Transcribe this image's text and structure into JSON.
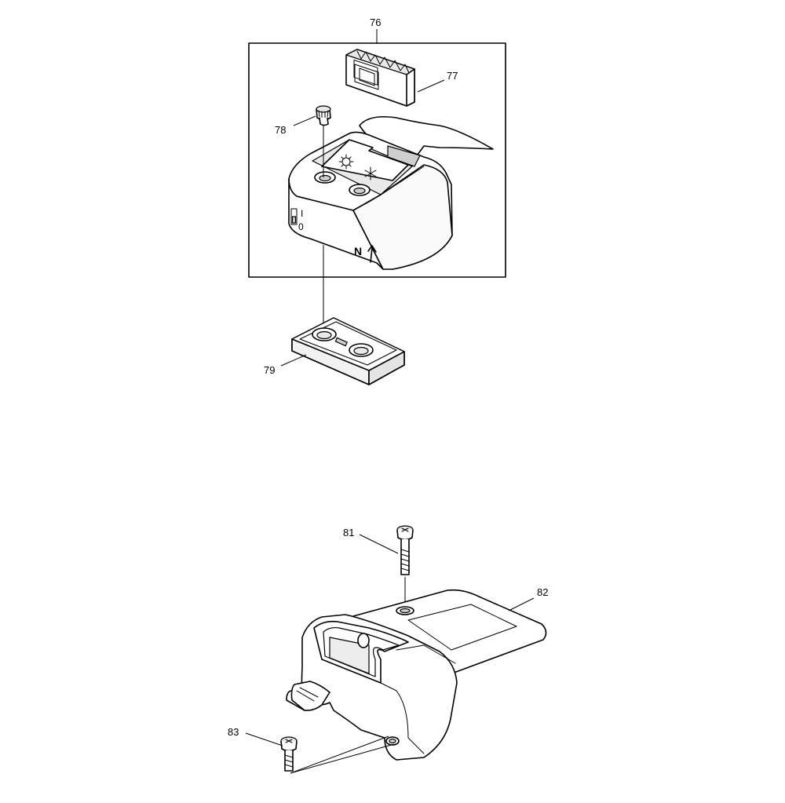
{
  "callouts": [
    {
      "id": "76",
      "label": "76"
    },
    {
      "id": "77",
      "label": "77"
    },
    {
      "id": "78",
      "label": "78"
    },
    {
      "id": "79",
      "label": "79"
    },
    {
      "id": "81",
      "label": "81"
    },
    {
      "id": "82",
      "label": "82"
    },
    {
      "id": "83",
      "label": "83"
    }
  ],
  "markings": {
    "switch_on": "I",
    "switch_off": "0",
    "choke_letter": "N"
  }
}
